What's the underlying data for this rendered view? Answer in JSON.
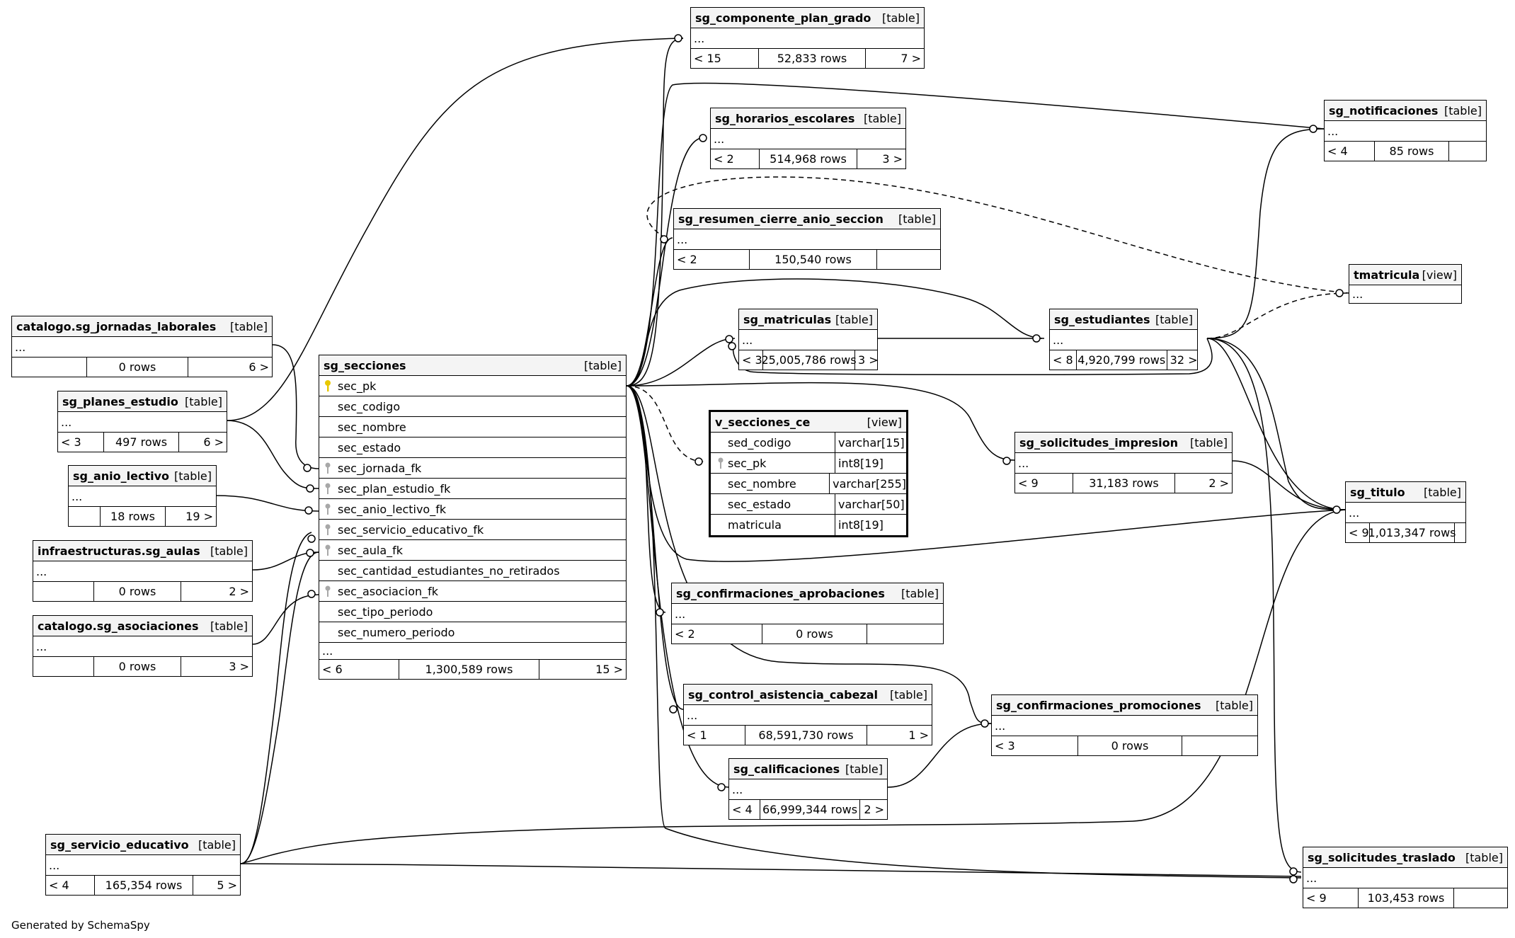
{
  "footer": "Generated by SchemaSpy",
  "colors": {
    "line": "#000000",
    "header_bg": "#f4f4f4",
    "primary_key": "#e8c800",
    "foreign_key": "#a8a8a8"
  },
  "main_table": {
    "name": "sg_secciones",
    "kind": "[table]",
    "columns": [
      {
        "name": "sec_pk",
        "key": "primary-key-icon"
      },
      {
        "name": "sec_codigo"
      },
      {
        "name": "sec_nombre"
      },
      {
        "name": "sec_estado"
      },
      {
        "name": "sec_jornada_fk",
        "key": "foreign-key-icon"
      },
      {
        "name": "sec_plan_estudio_fk",
        "key": "foreign-key-icon"
      },
      {
        "name": "sec_anio_lectivo_fk",
        "key": "foreign-key-icon"
      },
      {
        "name": "sec_servicio_educativo_fk",
        "key": "foreign-key-icon"
      },
      {
        "name": "sec_aula_fk",
        "key": "foreign-key-icon"
      },
      {
        "name": "sec_cantidad_estudiantes_no_retirados"
      },
      {
        "name": "sec_asociacion_fk",
        "key": "foreign-key-icon"
      },
      {
        "name": "sec_tipo_periodo"
      },
      {
        "name": "sec_numero_periodo"
      }
    ],
    "ellipsis": "...",
    "footer": [
      "< 6",
      "1,300,589 rows",
      "15 >"
    ]
  },
  "view_table": {
    "name": "v_secciones_ce",
    "kind": "[view]",
    "columns": [
      {
        "name": "sed_codigo",
        "type": "varchar[15]"
      },
      {
        "name": "sec_pk",
        "type": "int8[19]",
        "key": "foreign-key-icon"
      },
      {
        "name": "sec_nombre",
        "type": "varchar[255]"
      },
      {
        "name": "sec_estado",
        "type": "varchar[50]"
      },
      {
        "name": "matricula",
        "type": "int8[19]"
      }
    ]
  },
  "tables": [
    {
      "id": "jornadas",
      "name": "catalogo.sg_jornadas_laborales",
      "kind": "[table]",
      "body": "...",
      "footer": [
        "",
        "0 rows",
        "6 >"
      ]
    },
    {
      "id": "planes",
      "name": "sg_planes_estudio",
      "kind": "[table]",
      "body": "...",
      "footer": [
        "< 3",
        "497 rows",
        "6 >"
      ]
    },
    {
      "id": "anio",
      "name": "sg_anio_lectivo",
      "kind": "[table]",
      "body": "...",
      "footer": [
        "",
        "18 rows",
        "19 >"
      ]
    },
    {
      "id": "aulas",
      "name": "infraestructuras.sg_aulas",
      "kind": "[table]",
      "body": "...",
      "footer": [
        "",
        "0 rows",
        "2 >"
      ]
    },
    {
      "id": "asociaciones",
      "name": "catalogo.sg_asociaciones",
      "kind": "[table]",
      "body": "...",
      "footer": [
        "",
        "0 rows",
        "3 >"
      ]
    },
    {
      "id": "servicio",
      "name": "sg_servicio_educativo",
      "kind": "[table]",
      "body": "...",
      "footer": [
        "< 4",
        "165,354 rows",
        "5 >"
      ]
    },
    {
      "id": "componente",
      "name": "sg_componente_plan_grado",
      "kind": "[table]",
      "body": "...",
      "footer": [
        "< 15",
        "52,833 rows",
        "7 >"
      ]
    },
    {
      "id": "horarios",
      "name": "sg_horarios_escolares",
      "kind": "[table]",
      "body": "...",
      "footer": [
        "< 2",
        "514,968 rows",
        "3 >"
      ]
    },
    {
      "id": "resumen",
      "name": "sg_resumen_cierre_anio_seccion",
      "kind": "[table]",
      "body": "...",
      "footer": [
        "< 2",
        "150,540 rows",
        ""
      ]
    },
    {
      "id": "matriculas",
      "name": "sg_matriculas",
      "kind": "[table]",
      "body": "...",
      "footer": [
        "< 3",
        "25,005,786 rows",
        "3 >"
      ]
    },
    {
      "id": "estudiantes",
      "name": "sg_estudiantes",
      "kind": "[table]",
      "body": "...",
      "footer": [
        "< 8",
        "4,920,799 rows",
        "32 >"
      ]
    },
    {
      "id": "notificaciones",
      "name": "sg_notificaciones",
      "kind": "[table]",
      "body": "...",
      "footer": [
        "< 4",
        "85 rows",
        ""
      ]
    },
    {
      "id": "tmatricula",
      "name": "tmatricula",
      "kind": "[view]",
      "body": "...",
      "footer": null
    },
    {
      "id": "impresion",
      "name": "sg_solicitudes_impresion",
      "kind": "[table]",
      "body": "...",
      "footer": [
        "< 9",
        "31,183 rows",
        "2 >"
      ]
    },
    {
      "id": "titulo",
      "name": "sg_titulo",
      "kind": "[table]",
      "body": "...",
      "footer": [
        "< 9",
        "1,013,347 rows",
        ""
      ]
    },
    {
      "id": "aprobaciones",
      "name": "sg_confirmaciones_aprobaciones",
      "kind": "[table]",
      "body": "...",
      "footer": [
        "< 2",
        "0 rows",
        ""
      ]
    },
    {
      "id": "asistencia",
      "name": "sg_control_asistencia_cabezal",
      "kind": "[table]",
      "body": "...",
      "footer": [
        "< 1",
        "68,591,730 rows",
        "1 >"
      ]
    },
    {
      "id": "promociones",
      "name": "sg_confirmaciones_promociones",
      "kind": "[table]",
      "body": "...",
      "footer": [
        "< 3",
        "0 rows",
        ""
      ]
    },
    {
      "id": "calificaciones",
      "name": "sg_calificaciones",
      "kind": "[table]",
      "body": "...",
      "footer": [
        "< 4",
        "66,999,344 rows",
        "2 >"
      ]
    },
    {
      "id": "traslado",
      "name": "sg_solicitudes_traslado",
      "kind": "[table]",
      "body": "...",
      "footer": [
        "< 9",
        "103,453 rows",
        ""
      ]
    }
  ]
}
